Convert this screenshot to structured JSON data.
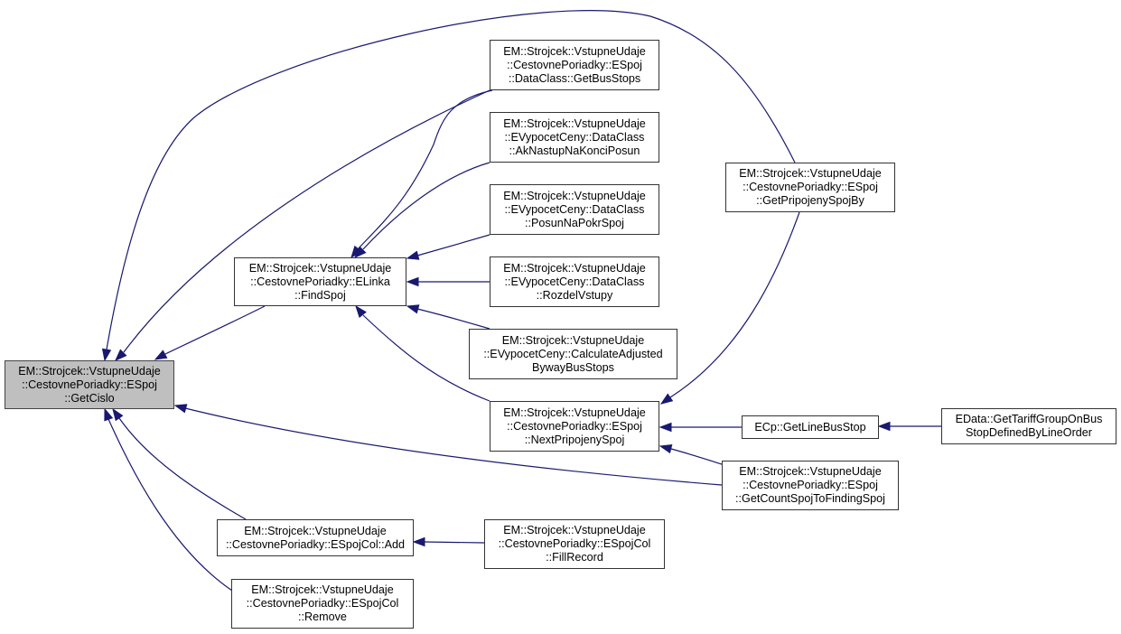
{
  "graph": {
    "title": "Caller graph of EM::Strojcek::VstupneUdaje::CestovnePoriadky::ESpoj::GetCislo",
    "edge_color": "#191970",
    "focus_fill": "#bfbfbf",
    "nodes": [
      {
        "id": "getcislo",
        "focus": true,
        "lines": [
          "EM::Strojcek::VstupneUdaje",
          "::CestovnePoriadky::ESpoj",
          "::GetCislo"
        ]
      },
      {
        "id": "findspoj",
        "lines": [
          "EM::Strojcek::VstupneUdaje",
          "::CestovnePoriadky::ELinka",
          "::FindSpoj"
        ]
      },
      {
        "id": "getbusstops",
        "lines": [
          "EM::Strojcek::VstupneUdaje",
          "::CestovnePoriadky::ESpoj",
          "::DataClass::GetBusStops"
        ]
      },
      {
        "id": "aknastup",
        "lines": [
          "EM::Strojcek::VstupneUdaje",
          "::EVypocetCeny::DataClass",
          "::AkNastupNaKonciPosun"
        ]
      },
      {
        "id": "posun",
        "lines": [
          "EM::Strojcek::VstupneUdaje",
          "::EVypocetCeny::DataClass",
          "::PosunNaPokrSpoj"
        ]
      },
      {
        "id": "rozdel",
        "lines": [
          "EM::Strojcek::VstupneUdaje",
          "::EVypocetCeny::DataClass",
          "::RozdelVstupy"
        ]
      },
      {
        "id": "calcadj",
        "lines": [
          "EM::Strojcek::VstupneUdaje",
          "::EVypocetCeny::CalculateAdjusted",
          "BywayBusStops"
        ]
      },
      {
        "id": "nextpripojeny",
        "lines": [
          "EM::Strojcek::VstupneUdaje",
          "::CestovnePoriadky::ESpoj",
          "::NextPripojenySpoj"
        ]
      },
      {
        "id": "getpripojeny",
        "lines": [
          "EM::Strojcek::VstupneUdaje",
          "::CestovnePoriadky::ESpoj",
          "::GetPripojenySpojBy"
        ]
      },
      {
        "id": "getlinebusstop",
        "lines": [
          "ECp::GetLineBusStop"
        ]
      },
      {
        "id": "gettariff",
        "lines": [
          "EData::GetTariffGroupOnBus",
          "StopDefinedByLineOrder"
        ]
      },
      {
        "id": "getcount",
        "lines": [
          "EM::Strojcek::VstupneUdaje",
          "::CestovnePoriadky::ESpoj",
          "::GetCountSpojToFindingSpoj"
        ]
      },
      {
        "id": "add",
        "lines": [
          "EM::Strojcek::VstupneUdaje",
          "::CestovnePoriadky::ESpojCol::Add"
        ]
      },
      {
        "id": "fillrecord",
        "lines": [
          "EM::Strojcek::VstupneUdaje",
          "::CestovnePoriadky::ESpojCol",
          "::FillRecord"
        ]
      },
      {
        "id": "remove",
        "lines": [
          "EM::Strojcek::VstupneUdaje",
          "::CestovnePoriadky::ESpojCol",
          "::Remove"
        ]
      }
    ],
    "edges": [
      {
        "from": "findspoj",
        "to": "getcislo"
      },
      {
        "from": "getbusstops",
        "to": "getcislo"
      },
      {
        "from": "getpripojeny",
        "to": "getcislo"
      },
      {
        "from": "getcount",
        "to": "getcislo"
      },
      {
        "from": "add",
        "to": "getcislo"
      },
      {
        "from": "remove",
        "to": "getcislo"
      },
      {
        "from": "getbusstops",
        "to": "findspoj"
      },
      {
        "from": "aknastup",
        "to": "findspoj"
      },
      {
        "from": "posun",
        "to": "findspoj"
      },
      {
        "from": "rozdel",
        "to": "findspoj"
      },
      {
        "from": "calcadj",
        "to": "findspoj"
      },
      {
        "from": "nextpripojeny",
        "to": "findspoj"
      },
      {
        "from": "getpripojeny",
        "to": "nextpripojeny"
      },
      {
        "from": "getlinebusstop",
        "to": "nextpripojeny"
      },
      {
        "from": "getcount",
        "to": "nextpripojeny"
      },
      {
        "from": "gettariff",
        "to": "getlinebusstop"
      },
      {
        "from": "fillrecord",
        "to": "add"
      }
    ]
  }
}
